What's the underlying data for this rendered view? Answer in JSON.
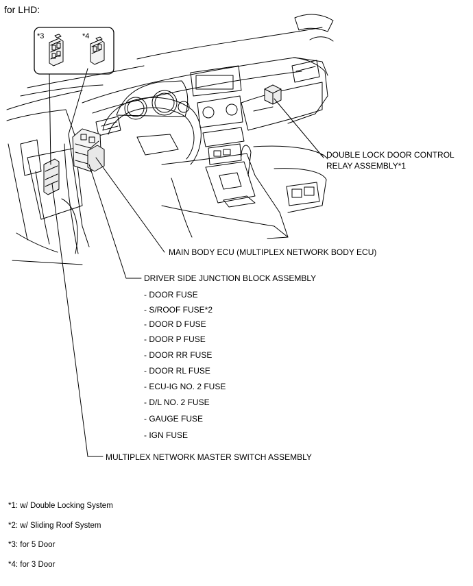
{
  "header": {
    "title": "for LHD:"
  },
  "inset": {
    "label_5door": "*3",
    "label_3door": "*4"
  },
  "labels": {
    "double_lock_line1": "DOUBLE LOCK DOOR CONTROL",
    "double_lock_line2": "RELAY ASSEMBLY*1",
    "main_body_ecu": "MAIN BODY ECU (MULTIPLEX NETWORK BODY ECU)",
    "junction_block": "DRIVER SIDE JUNCTION BLOCK ASSEMBLY",
    "master_switch": "MULTIPLEX NETWORK MASTER SWITCH ASSEMBLY"
  },
  "fuses": [
    "- DOOR FUSE",
    "- S/ROOF FUSE*2",
    "- DOOR D FUSE",
    "- DOOR P FUSE",
    "- DOOR RR FUSE",
    "- DOOR RL FUSE",
    "- ECU-IG NO. 2 FUSE",
    "- D/L NO. 2 FUSE",
    "- GAUGE FUSE",
    "- IGN FUSE"
  ],
  "footnotes": [
    "*1: w/ Double Locking System",
    "*2: w/ Sliding Roof System",
    "*3: for 5 Door",
    "*4: for 3 Door"
  ]
}
